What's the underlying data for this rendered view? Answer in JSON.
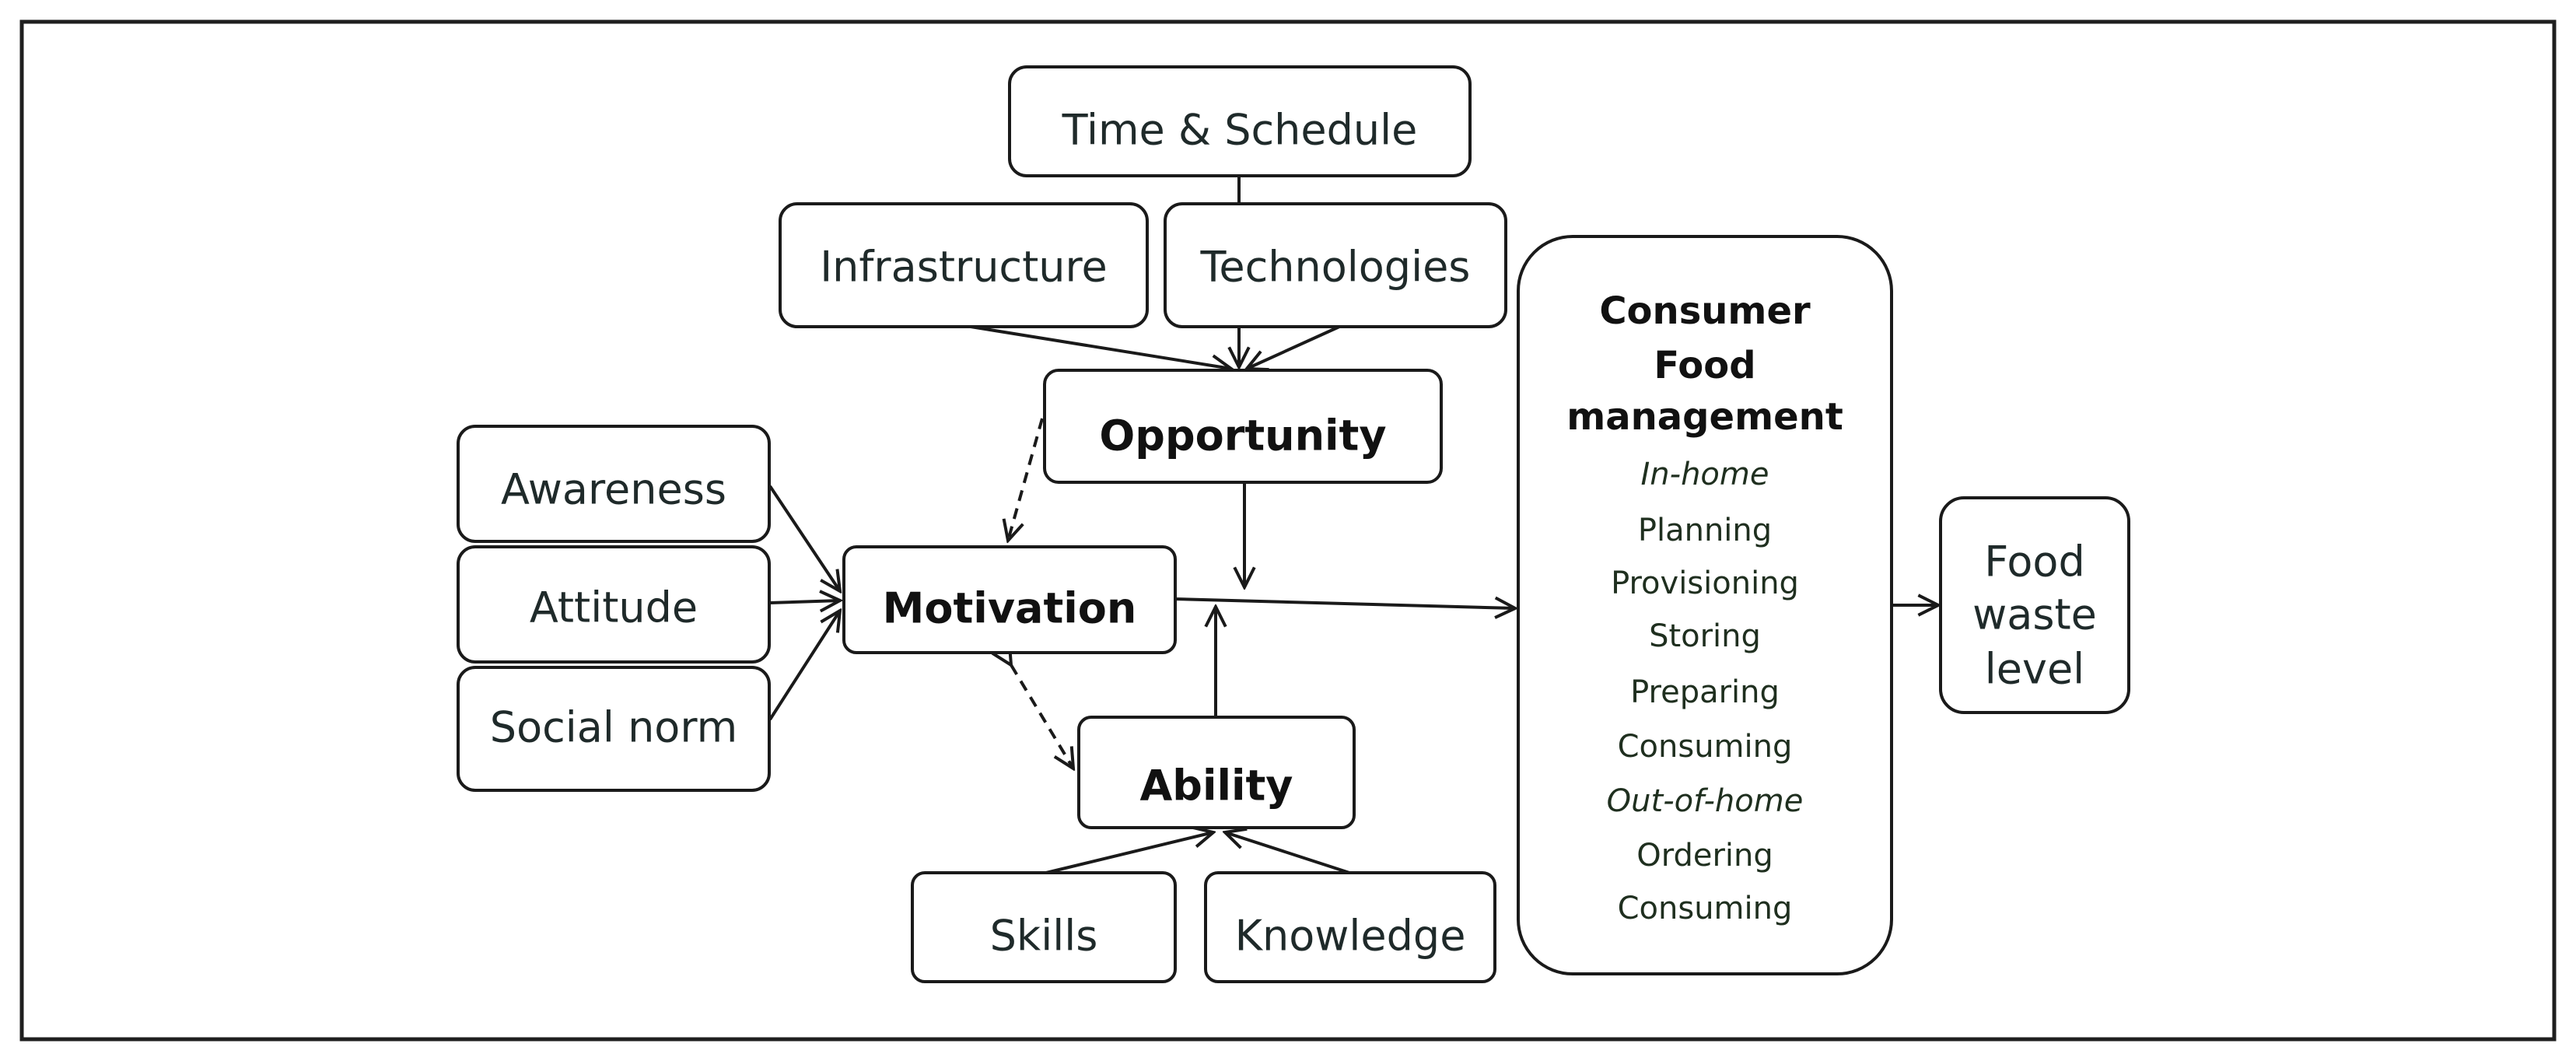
{
  "nodes": {
    "time_schedule": "Time & Schedule",
    "infrastructure": "Infrastructure",
    "technologies": "Technologies",
    "opportunity": "Opportunity",
    "awareness": "Awareness",
    "attitude": "Attitude",
    "social_norm": "Social norm",
    "motivation": "Motivation",
    "ability": "Ability",
    "skills": "Skills",
    "knowledge": "Knowledge",
    "food_waste": {
      "line1": "Food",
      "line2": "waste",
      "line3": "level"
    }
  },
  "consumer_box": {
    "title1": "Consumer",
    "title2": "Food",
    "title3": "management",
    "in_home_heading": "In-home",
    "in_home_items": [
      "Planning",
      "Provisioning",
      "Storing",
      "Preparing",
      "Consuming"
    ],
    "out_home_heading": "Out-of-home",
    "out_home_items": [
      "Ordering",
      "Consuming"
    ]
  }
}
